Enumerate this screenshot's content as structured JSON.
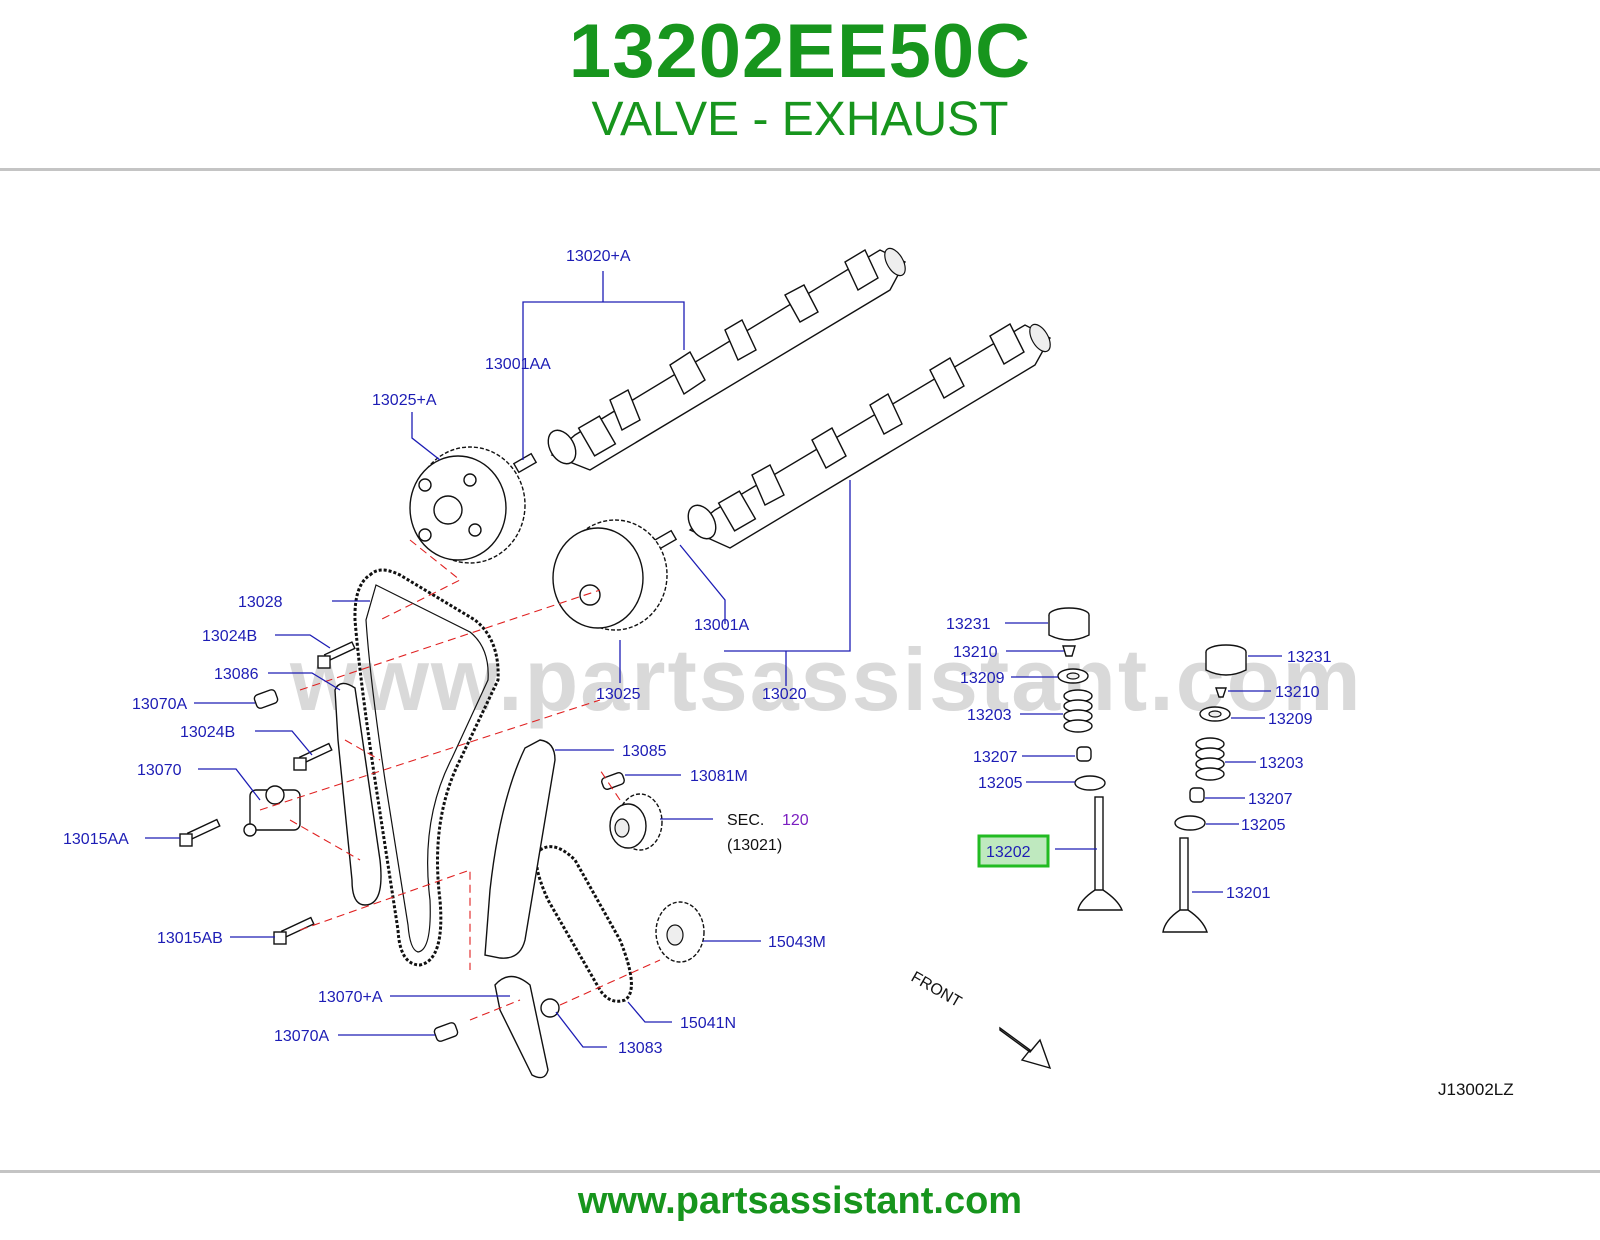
{
  "header": {
    "part_number": "13202EE50C",
    "part_name": "VALVE - EXHAUST"
  },
  "watermark": "www.partsassistant.com",
  "diagram": {
    "code": "J13002LZ",
    "front_label": "FRONT",
    "sec_label": "SEC.",
    "sec_number": "120",
    "sec_sub": "(13021)",
    "highlight_color": "#22bb22",
    "labels": {
      "l13020A": "13020+A",
      "l13001AA": "13001AA",
      "l13025A": "13025+A",
      "l13028": "13028",
      "l13024B_1": "13024B",
      "l13086": "13086",
      "l13070A_1": "13070A",
      "l13024B_2": "13024B",
      "l13070": "13070",
      "l13015AA": "13015AA",
      "l13015AB": "13015AB",
      "l13070plusA": "13070+A",
      "l13070A_2": "13070A",
      "l13083": "13083",
      "l15041N": "15041N",
      "l15043M": "15043M",
      "l13085": "13085",
      "l13081M": "13081M",
      "l13025": "13025",
      "l13001A": "13001A",
      "l13020": "13020",
      "l13231_1": "13231",
      "l13210_1": "13210",
      "l13209_1": "13209",
      "l13203_1": "13203",
      "l13207_1": "13207",
      "l13205_1": "13205",
      "l13202": "13202",
      "l13231_2": "13231",
      "l13210_2": "13210",
      "l13209_2": "13209",
      "l13203_2": "13203",
      "l13207_2": "13207",
      "l13205_2": "13205",
      "l13201": "13201"
    }
  },
  "footer": {
    "url": "www.partsassistant.com"
  }
}
